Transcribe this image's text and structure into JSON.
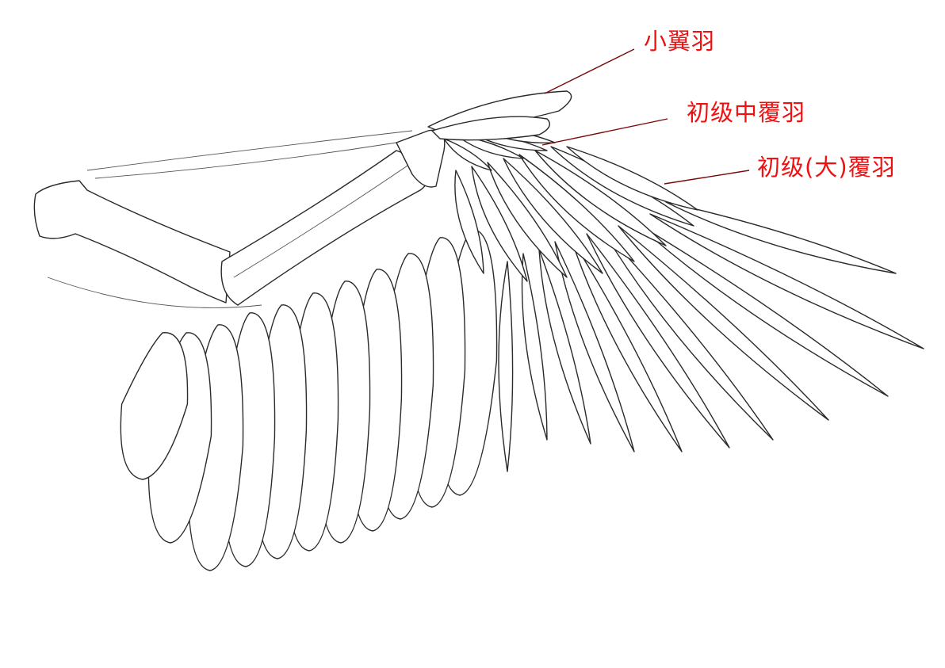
{
  "diagram": {
    "subject": "bird-wing-sketch",
    "labels": [
      {
        "id": "alula",
        "text": "小翼羽"
      },
      {
        "id": "primary-median-coverts",
        "text": "初级中覆羽"
      },
      {
        "id": "primary-greater-coverts",
        "text": "初级(大)覆羽"
      }
    ],
    "colors": {
      "label": "#f01010",
      "leader": "#7a0a0a",
      "sketch": "#2a2a2a"
    }
  }
}
